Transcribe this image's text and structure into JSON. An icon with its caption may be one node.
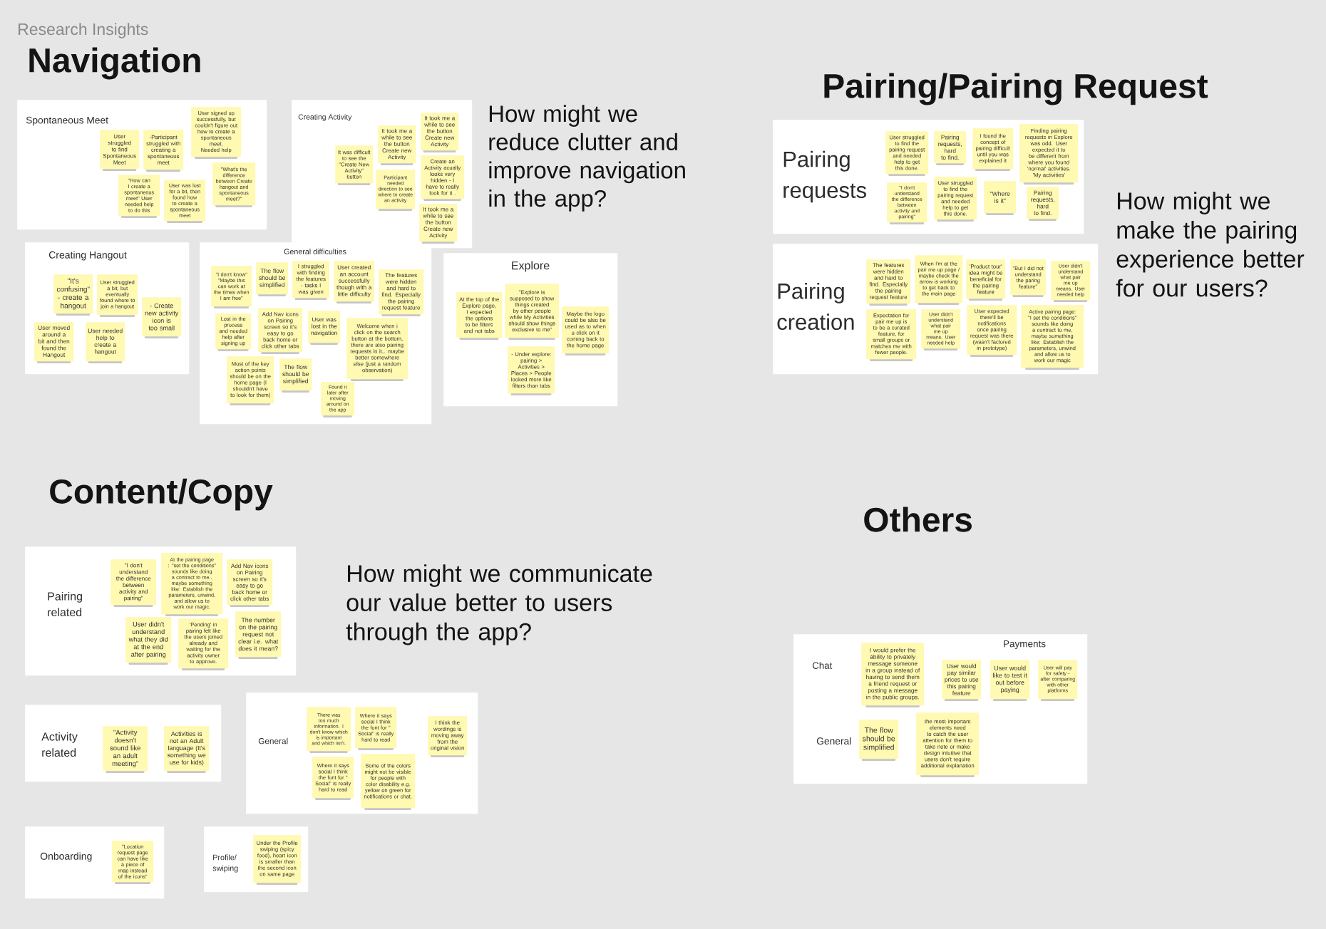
{
  "diagram": {
    "title": "Research Insights",
    "nodes": [
      {
        "text": [
          "Spontaneous Meet"
        ]
      },
      {
        "text": [
          "User struggled to find Spontaneous Meet"
        ],
        "in": 0
      },
      {
        "text": [
          "-Participant struggled with creating a spontaneous meet"
        ],
        "in": 0
      },
      {
        "text": [
          "User signed up successfully, but couldn't figure out how to create a spontaneous meet. Needed help"
        ],
        "in": 0
      },
      {
        "text": [
          "\"How can I create a spontaneous meet\" User needed help to do this"
        ],
        "in": 0
      },
      {
        "text": [
          "User was lost for a bit, then found how to create a spontaneous meet"
        ],
        "in": 0
      },
      {
        "text": [
          "\"What's the difference between Create hangout and spontaneous meet?\""
        ],
        "in": 0
      },
      {
        "text": [
          "Creating Activity"
        ]
      },
      {
        "text": [
          "It took me a while to see the button Create new Activity"
        ],
        "in": 7
      },
      {
        "text": [
          "It took me a while to see the button Create new Activity"
        ],
        "in": 7
      },
      {
        "text": [
          "It was difficult to see the \"Create New Activity\" button"
        ],
        "in": 7
      },
      {
        "text": [
          "Create an Activity acually looks very hidden - I have to really look for it ."
        ],
        "in": 7
      },
      {
        "text": [
          "Participant needed direction to see where to create an activity"
        ],
        "in": 7
      },
      {
        "text": [
          "It took me a while to see the button Create new Activity"
        ],
        "in": 7
      },
      {
        "text": [
          "Creating Hangout"
        ]
      },
      {
        "text": [
          "\"It's confusing\" - create a hangout"
        ],
        "in": 14
      },
      {
        "text": [
          "User struggled a bit, but eventually found where to join a hangout"
        ],
        "in": 14
      },
      {
        "text": [
          "- Create new activity icon is too small"
        ],
        "in": 14
      },
      {
        "text": [
          "User moved around a bit and then found the Hangout"
        ],
        "in": 14
      },
      {
        "text": [
          "User needed help to create a hangout"
        ],
        "in": 14
      },
      {
        "text": [
          "General difficulties"
        ]
      },
      {
        "text": [
          "\"I don't know\" \"Maybe this can work at the times when I am free\""
        ],
        "in": 20
      },
      {
        "text": [
          "The flow should be simplified"
        ],
        "in": 20
      },
      {
        "text": [
          "I struggled with finding the features - tasks I was given"
        ],
        "in": 20
      },
      {
        "text": [
          "User created an account successfully though with a little difficulty"
        ],
        "in": 20
      },
      {
        "text": [
          "The features were hidden and hard to find. Especially the pairing request feature"
        ],
        "in": 20
      },
      {
        "text": [
          "Lost in the process and needed help after signing up"
        ],
        "in": 20
      },
      {
        "text": [
          "Add Nav icons on Pairing screen so it's easy to go back home or click other tabs"
        ],
        "in": 20
      },
      {
        "text": [
          "User was lost in the navigation"
        ],
        "in": 20
      },
      {
        "text": [
          "Welcome when i click on the search button at the bottom, there are also pairing requests in it.. maybe better somewhere else (just a random observation)"
        ],
        "in": 20
      },
      {
        "text": [
          "Most of the key action points should be on the home page (I shouldn't have to look for them)"
        ],
        "in": 20
      },
      {
        "text": [
          "The flow should be simplified"
        ],
        "in": 20
      },
      {
        "text": [
          "Found it later after moving around on the app"
        ],
        "in": 20
      },
      {
        "text": [
          "Explore"
        ]
      },
      {
        "text": [
          "At the top of the Explore page, I expected the options to be filters and not tabs"
        ],
        "in": 33
      },
      {
        "text": [
          "\"Explore is supposed to show things created by other people while My Activities should show things exclusive to me\""
        ],
        "in": 33
      },
      {
        "text": [
          "Maybe the logo could be also be used as to when u click on it coming back to the home page"
        ],
        "in": 33
      },
      {
        "text": [
          "- Under explore: pairing > Activities > Places > People looked more like filters than tabs"
        ],
        "in": 33
      },
      {
        "text": [
          "Pairing requests"
        ]
      },
      {
        "text": [
          "User struggled to find the pairing request and needed help to get this done."
        ],
        "in": 38
      },
      {
        "text": [
          "Pairing requests, hard to find."
        ],
        "in": 38
      },
      {
        "text": [
          "I found the concept of pairing difficult until you was explained it"
        ],
        "in": 38
      },
      {
        "text": [
          "Finding pairing requests in Explore was odd. User expected it to be different from where you found 'normal' activities. 'My activities'"
        ],
        "in": 38
      },
      {
        "text": [
          "\"I don't understand the difference between activity and pairing\""
        ],
        "in": 38
      },
      {
        "text": [
          "User struggled to find the pairing request and needed help to get this done."
        ],
        "in": 38
      },
      {
        "text": [
          "\"Where is it\""
        ],
        "in": 38
      },
      {
        "text": [
          "Pairing requests, hard to find."
        ],
        "in": 38
      },
      {
        "text": [
          "Pairing creation"
        ]
      },
      {
        "text": [
          "The features were hidden and hard to find. Especially the pairing request feature"
        ],
        "in": 47
      },
      {
        "text": [
          "When I'm at the pair me up page / maybe check the arrow is working to get back to the main page"
        ],
        "in": 47
      },
      {
        "text": [
          "'Product tour' idea might be beneficial for the pairing feature"
        ],
        "in": 47
      },
      {
        "text": [
          "\"But I did not understand the paring feature\""
        ],
        "in": 47
      },
      {
        "text": [
          "User didn't understand what pair me up means. User needed help"
        ],
        "in": 47
      },
      {
        "text": [
          "Expectation for pair me up is to be a curated feature, for small groups or matches me with fewer people."
        ],
        "in": 47
      },
      {
        "text": [
          "User didn't understand what pair me up means. User needed help"
        ],
        "in": 47
      },
      {
        "text": [
          "User expected there'll be notifications once pairing request was there (wasn't factored in prototype)"
        ],
        "in": 47
      },
      {
        "text": [
          "Active pairing page: \"I set the conditions\" sounds like doing a contract to me, maybe something like: Establish the parameters, unwind and allow us to work our magic"
        ],
        "in": 47
      },
      {
        "text": [
          "Pairing related"
        ]
      },
      {
        "text": [
          "\"I don't understand the difference between activity and pairing\""
        ],
        "in": 57
      },
      {
        "text": [
          "At the pairing page : \"set the conditions\" sounds like doing a contract to me.. maybe something like: Establish the parameters, unwind, and allow us to work our magic."
        ],
        "in": 57
      },
      {
        "text": [
          "Add Nav icons on Pairing screen so it's easy to go back home or click other tabs"
        ],
        "in": 57
      },
      {
        "text": [
          "User didn't understand what they did at the end after pairing"
        ],
        "in": 57
      },
      {
        "text": [
          "'Pending' in pairing felt like the users joined already and waiting for the activity owner to approve."
        ],
        "in": 57
      },
      {
        "text": [
          "The number on the pairing request not clear i.e. what does it mean?"
        ],
        "in": 57
      },
      {
        "text": [
          "Activity related"
        ]
      },
      {
        "text": [
          "\"Activity doesn't sound like an adult meeting\""
        ],
        "in": 64
      },
      {
        "text": [
          "Activities is not an Adult language (It's something we use for kids)"
        ],
        "in": 64
      },
      {
        "text": [
          "General"
        ]
      },
      {
        "text": [
          "There was too much information. I don't know which is important and which isn't."
        ],
        "in": 67
      },
      {
        "text": [
          "Where it says social I think the font for \" Social\" is really hard to read"
        ],
        "in": 67
      },
      {
        "text": [
          "I think the wordings is moving away from the original vision"
        ],
        "in": 67
      },
      {
        "text": [
          "Where it says social I think the font for \" Social\" is really hard to read"
        ],
        "in": 67
      },
      {
        "text": [
          "Some of the colors might not be visible for people with color disability e.g. yellow on green for notifications or chat."
        ],
        "in": 67
      },
      {
        "text": [
          "Onboarding"
        ]
      },
      {
        "text": [
          "\"Location request page can have like a piece of map instead of the icons\""
        ],
        "in": 73
      },
      {
        "text": [
          "Profile/ swiping"
        ]
      },
      {
        "text": [
          "Under the Profile swiping (spicy food), heart icon is smaller than the second icon on same page"
        ],
        "in": 75
      },
      {
        "text": [
          "Chat",
          "Payments",
          "General"
        ]
      },
      {
        "text": [
          "I would prefer the ability to privately message someone in a group instead of having to send them a friend request or posting a message in the public groups."
        ],
        "in": 77
      },
      {
        "text": [
          "User would pay similar prices to use this pairing feature"
        ],
        "in": 77
      },
      {
        "text": [
          "User would like to test it out before paying"
        ],
        "in": 77
      },
      {
        "text": [
          "User will pay for safety - after comparing with other platforms"
        ],
        "in": 77
      },
      {
        "text": [
          "The flow should be simplified"
        ],
        "in": 77
      },
      {
        "text": [
          "the most important elements need to catch the user attention for them to take note or make design intuitive that users don't require additional explanation"
        ],
        "in": 77
      }
    ],
    "labels": [
      "Navigation",
      "How might we reduce clutter and improve navigation in the app?",
      "Pairing/Pairing Request",
      "How might we make the pairing experience better for our users?",
      "Content/Copy",
      "How might we communicate our value better to users through the app?",
      "Others"
    ]
  }
}
